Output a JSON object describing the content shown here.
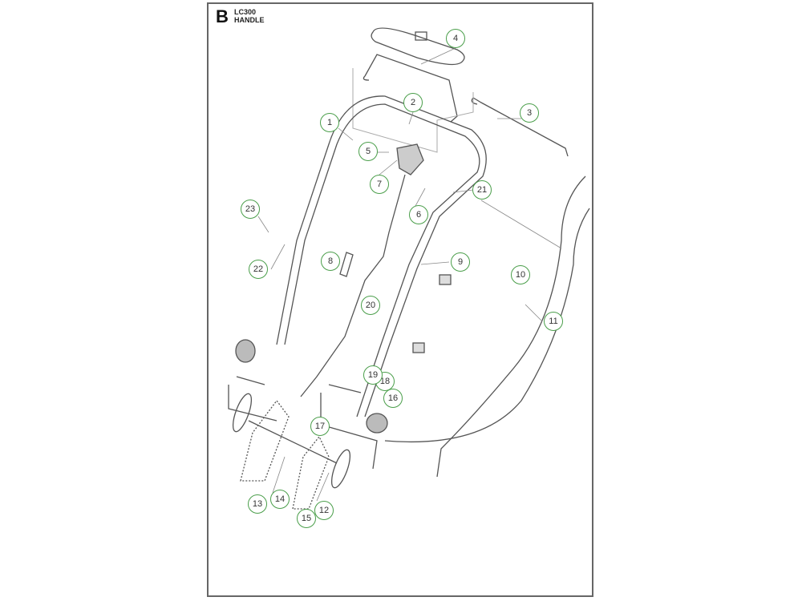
{
  "header": {
    "section": "B",
    "model": "LC300",
    "title": "HANDLE"
  },
  "callouts": [
    "1",
    "2",
    "3",
    "4",
    "5",
    "6",
    "7",
    "8",
    "9",
    "10",
    "11",
    "12",
    "13",
    "14",
    "15",
    "16",
    "17",
    "18",
    "19",
    "20",
    "21",
    "22",
    "23"
  ],
  "colors": {
    "callout_border": "#4a9e4a",
    "line": "#555555",
    "frame": "#666666"
  }
}
